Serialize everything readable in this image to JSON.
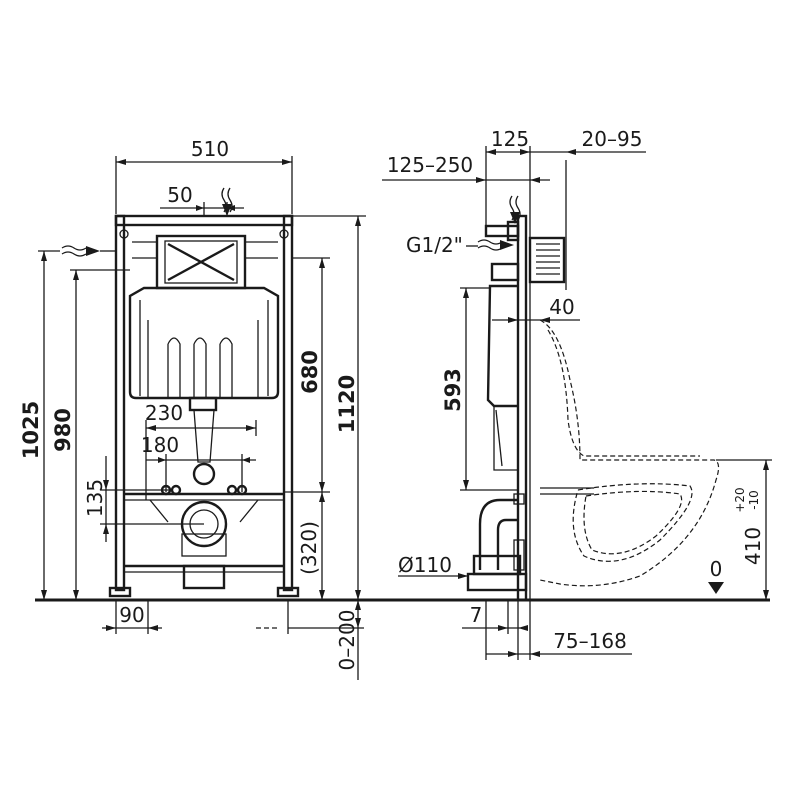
{
  "front_view": {
    "dim_width": "510",
    "dim_offset": "50",
    "dim_total_height": "1025",
    "dim_frame_height": "980",
    "dim_flush_height": "680",
    "dim_height_1120": "1120",
    "dim_230": "230",
    "dim_180": "180",
    "dim_135": "135",
    "dim_320": "(320)",
    "dim_90": "90",
    "dim_0_200": "0–200"
  },
  "side_view": {
    "dim_125": "125",
    "dim_125_250": "125–250",
    "dim_20_95": "20–95",
    "dim_g12": "G1/2\"",
    "dim_40": "40",
    "dim_593": "593",
    "dim_410": "410",
    "dim_410_tol_upper": "+20",
    "dim_410_tol_lower": "-10",
    "dim_d110": "Ø110",
    "dim_7": "7",
    "dim_75_168": "75–168",
    "dim_zero": "0"
  }
}
